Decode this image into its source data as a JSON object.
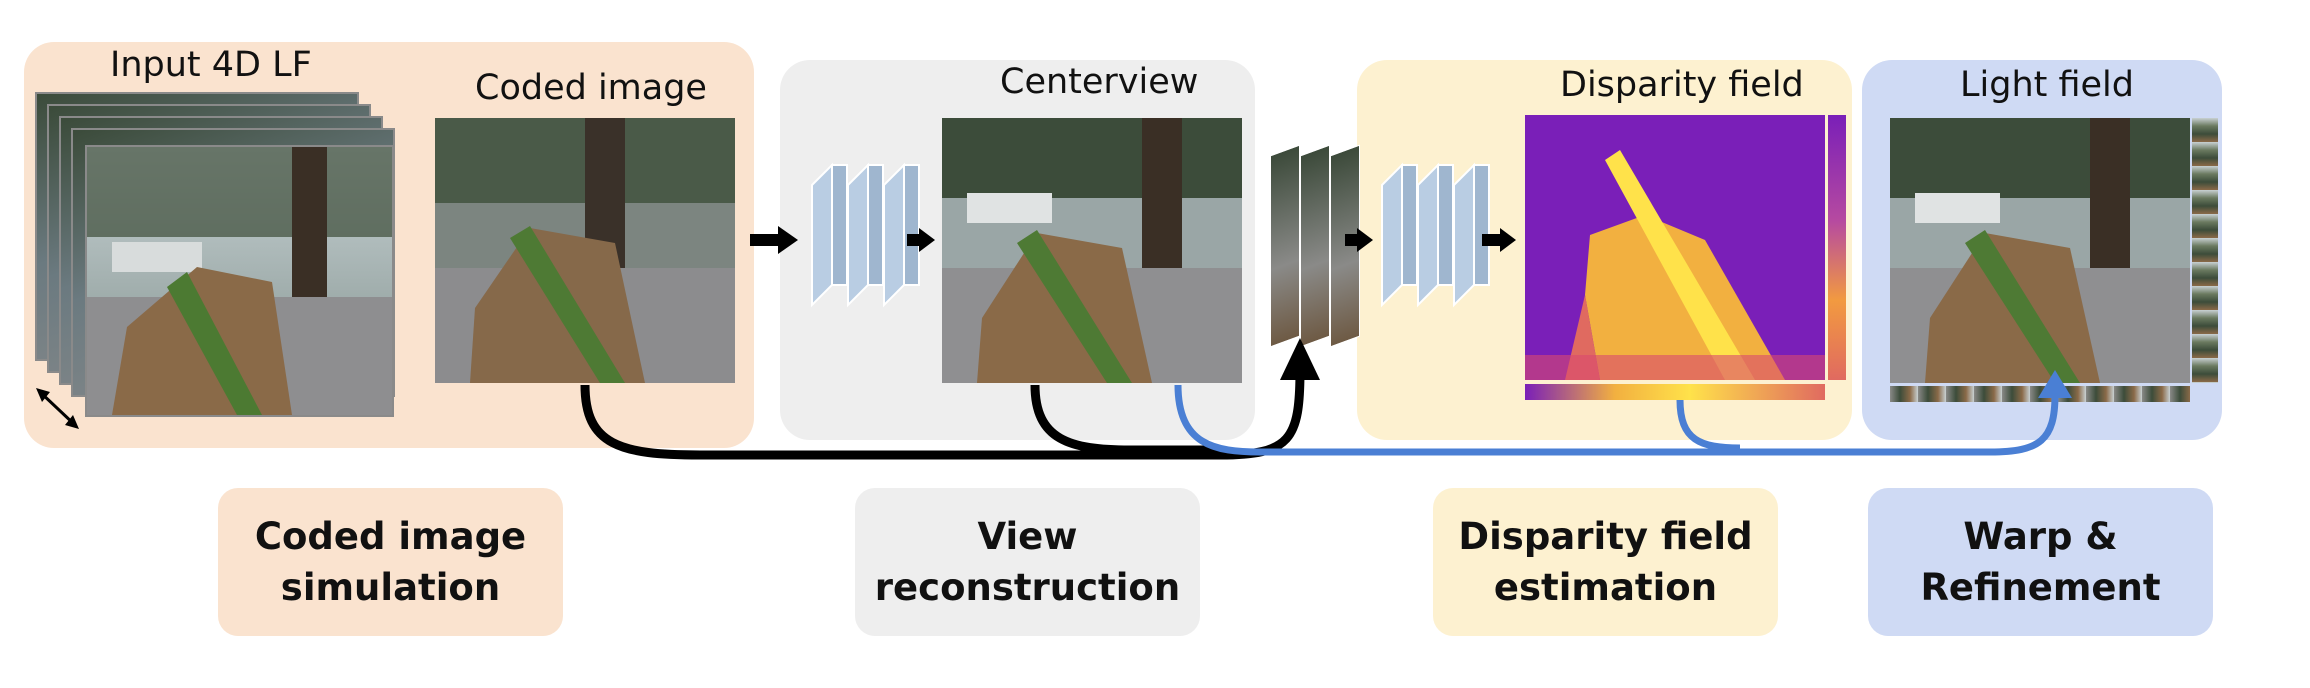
{
  "colors": {
    "stage1": "#fae3cf",
    "stage2": "#eeeeee",
    "stage3": "#fdf1d0",
    "stage4": "#cfdaf4",
    "arrow_black": "#000000",
    "arrow_blue": "#4a7fd4",
    "layer_fill": "#b9cde3"
  },
  "panels": {
    "input_title": "Input 4D LF",
    "coded_title": "Coded image",
    "center_title": "Centerview",
    "disparity_title": "Disparity field",
    "lightfield_title": "Light field"
  },
  "stages": [
    {
      "line1": "Coded image",
      "line2": "simulation"
    },
    {
      "line1": "View",
      "line2": "reconstruction"
    },
    {
      "line1": "Disparity field",
      "line2": "estimation"
    },
    {
      "line1": "Warp &",
      "line2": "Refinement"
    }
  ]
}
